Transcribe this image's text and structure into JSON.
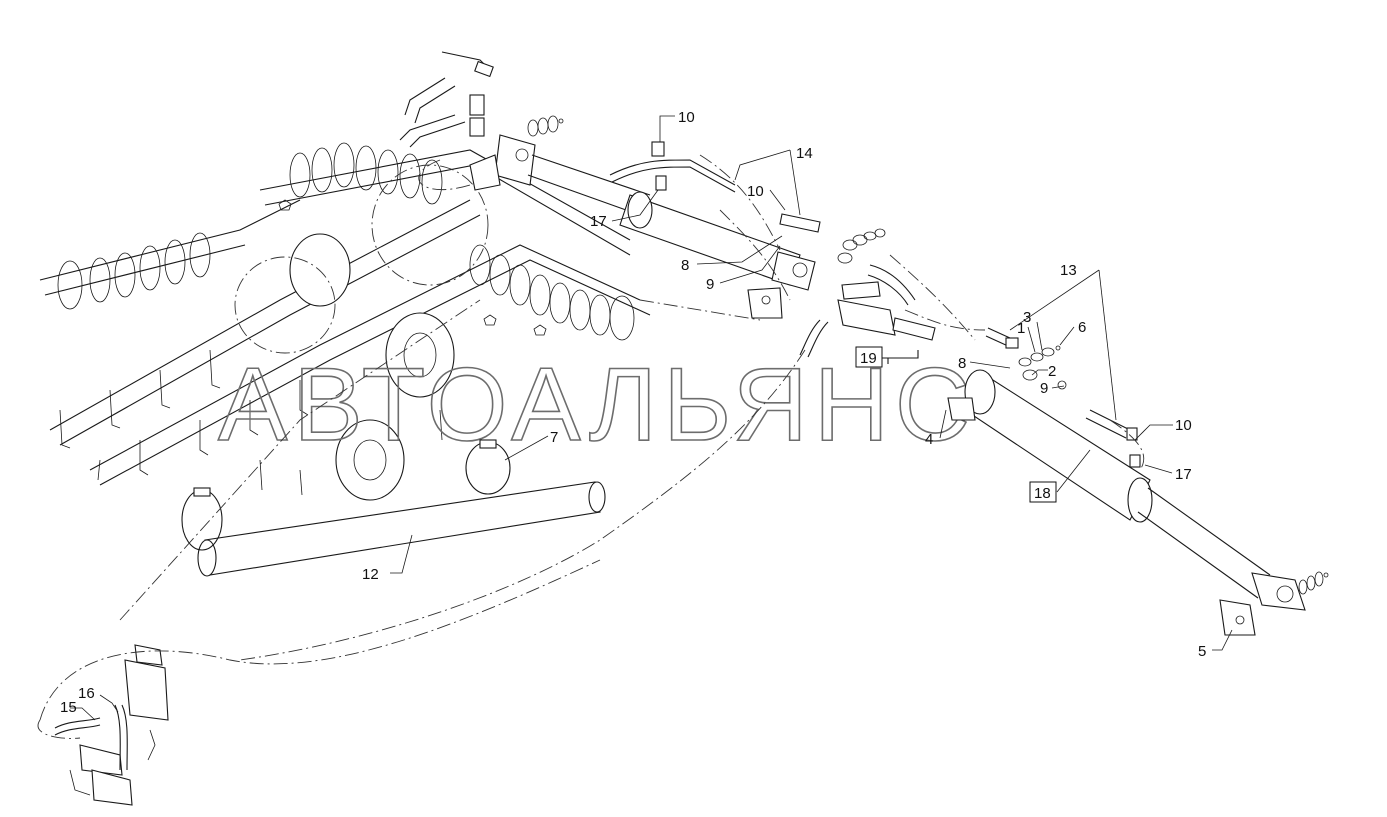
{
  "watermark": "АВТОАЛЬЯНС",
  "callouts": {
    "c1": "1",
    "c2": "2",
    "c3": "3",
    "c4": "4",
    "c5": "5",
    "c6": "6",
    "c7": "7",
    "c8a": "8",
    "c8b": "8",
    "c9a": "9",
    "c9b": "9",
    "c10a": "10",
    "c10b": "10",
    "c10c": "10",
    "c12": "12",
    "c13": "13",
    "c14": "14",
    "c15": "15",
    "c16": "16",
    "c17a": "17",
    "c17b": "17"
  },
  "boxed_callouts": {
    "b18": "18",
    "b19": "19"
  },
  "icons": {
    "implement": "cultivator-frame-illustration",
    "cylinder_left": "hydraulic-cylinder",
    "cylinder_right": "hydraulic-cylinder",
    "valve_block": "hydraulic-valve-block",
    "tractor_valve": "tractor-coupler-assembly"
  }
}
